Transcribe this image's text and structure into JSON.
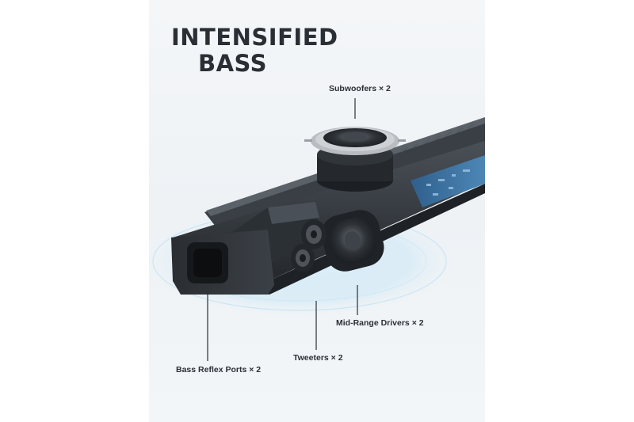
{
  "heading": {
    "line1": "INTENSIFIED",
    "line2": "BASS"
  },
  "callouts": {
    "subwoofers": "Subwoofers × 2",
    "midrange": "Mid-Range Drivers × 2",
    "tweeters": "Tweeters × 2",
    "bass_ports": "Bass Reflex Ports × 2"
  },
  "colors": {
    "panel_background": "#eef2f5",
    "text": "#2b2f35",
    "speaker_body": "#2e3338",
    "glow": "#bfe0f2",
    "circuit_board": "#3f78a8"
  }
}
